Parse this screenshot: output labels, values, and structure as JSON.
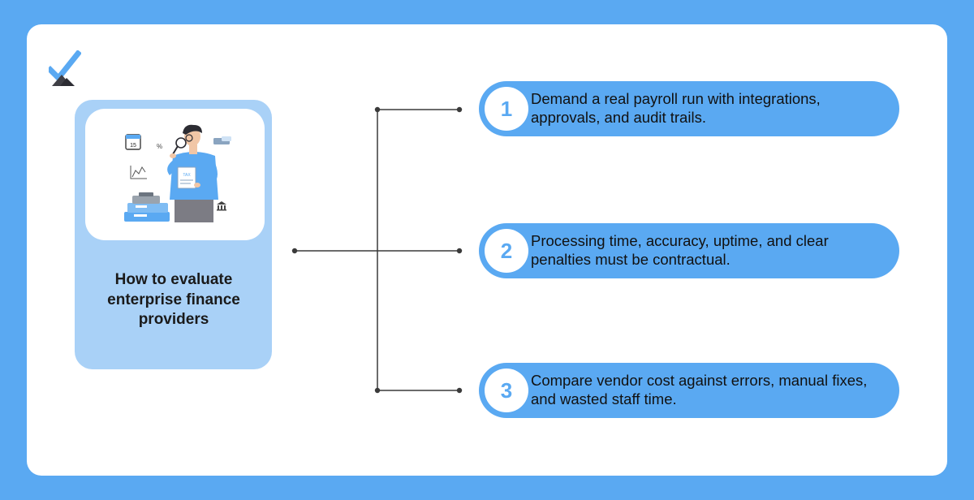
{
  "panel": {
    "title": "How to evaluate enterprise finance providers"
  },
  "illustration": {
    "calendar_day": "15",
    "percent_sign": "%",
    "tax_label": "TAX"
  },
  "steps": [
    {
      "number": "1",
      "text": "Demand a real payroll run with integrations, approvals, and audit trails."
    },
    {
      "number": "2",
      "text": "Processing time, accuracy, uptime, and clear penalties must be contractual."
    },
    {
      "number": "3",
      "text": "Compare vendor cost against errors, manual fixes, and wasted staff time."
    }
  ],
  "colors": {
    "background": "#5aa9f2",
    "card": "#ffffff",
    "panel": "#a9d1f7",
    "pill": "#5aa9f2",
    "connector": "#3a3a3a"
  }
}
